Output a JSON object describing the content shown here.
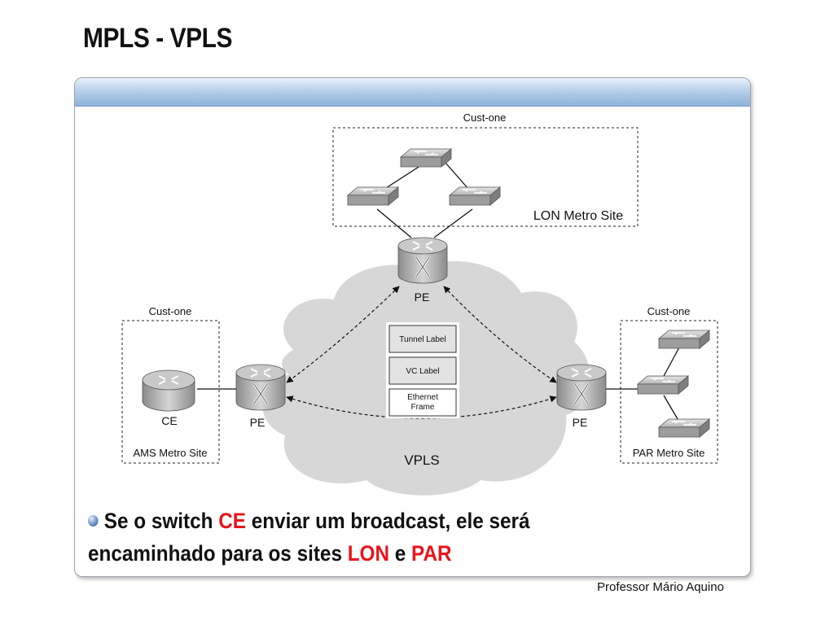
{
  "slide": {
    "title": "MPLS - VPLS",
    "footer": "Professor  Mário Aquino"
  },
  "diagram": {
    "sites": {
      "lon": {
        "customer": "Cust-one",
        "label": "LON Metro Site"
      },
      "ams": {
        "customer": "Cust-one",
        "label": "AMS Metro Site"
      },
      "par": {
        "customer": "Cust-one",
        "label": "PAR Metro Site"
      }
    },
    "routers": {
      "pe_top": "PE",
      "pe_left": "PE",
      "pe_right": "PE",
      "ce": "CE"
    },
    "cloud_label": "VPLS",
    "label_stack": {
      "tunnel": "Tunnel Label",
      "vc": "VC Label",
      "frame_line1": "Ethernet",
      "frame_line2": "Frame"
    },
    "colors": {
      "cloud": "#d7d7d7",
      "switch": "#b9b9b9",
      "router": "#a9a9a9"
    }
  },
  "caption": {
    "part1": "Se o switch ",
    "ce": "CE",
    "part2": " enviar um broadcast, ele será encaminhado para os sites ",
    "lon": "LON",
    "part3": " e ",
    "par": "PAR",
    "highlight_color": "#e8141b"
  }
}
